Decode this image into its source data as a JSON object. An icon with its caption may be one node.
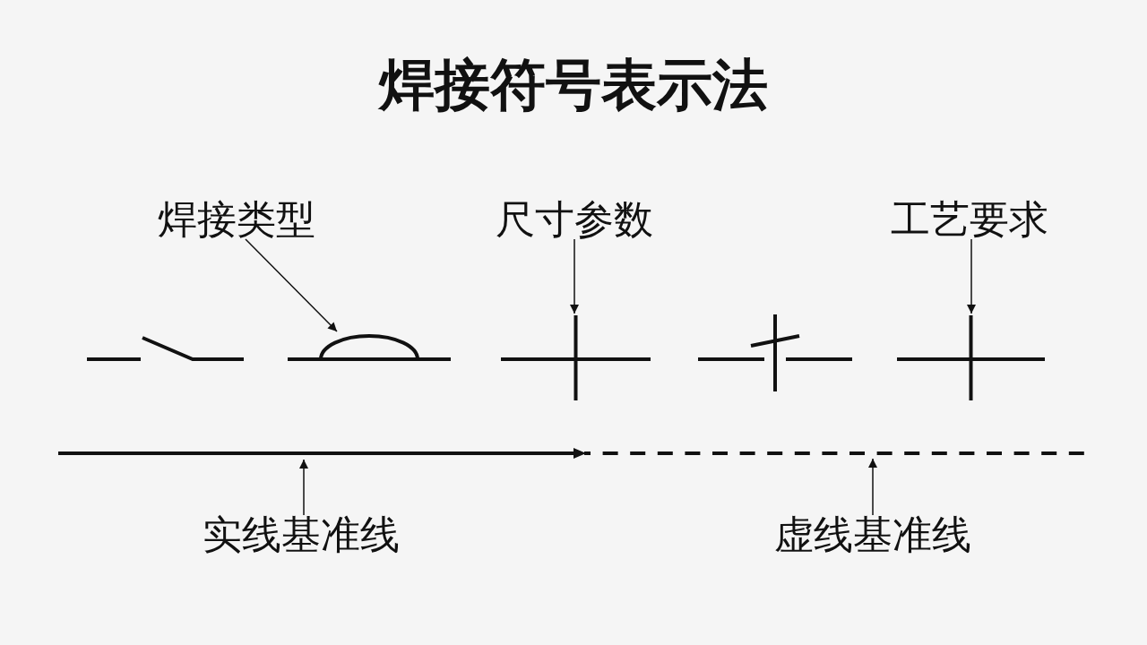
{
  "diagram": {
    "title": "焊接符号表示法",
    "nodes": [
      {
        "text": [
          "焊接类型"
        ]
      },
      {
        "text": [
          "尺寸参数"
        ]
      },
      {
        "text": [
          "工艺要求"
        ]
      },
      {
        "text": [],
        "shape": "bevel"
      },
      {
        "text": [],
        "shape": "arc"
      },
      {
        "text": [],
        "shape": "cross"
      },
      {
        "text": [],
        "shape": "stagger"
      },
      {
        "text": [],
        "shape": "cross"
      },
      {
        "text": [],
        "shape": "line"
      },
      {
        "text": [],
        "shape": "dashes"
      },
      {
        "text": [
          "实线基准线"
        ]
      },
      {
        "text": [
          "虚线基准线"
        ]
      }
    ],
    "edges": [
      {
        "from": 0,
        "to": 4,
        "arrow": "to"
      },
      {
        "from": 1,
        "to": 5,
        "arrow": "to"
      },
      {
        "from": 2,
        "to": 7,
        "arrow": "to"
      },
      {
        "from": 10,
        "to": 8,
        "arrow": "to"
      },
      {
        "from": 11,
        "to": 9,
        "arrow": "to"
      }
    ]
  }
}
